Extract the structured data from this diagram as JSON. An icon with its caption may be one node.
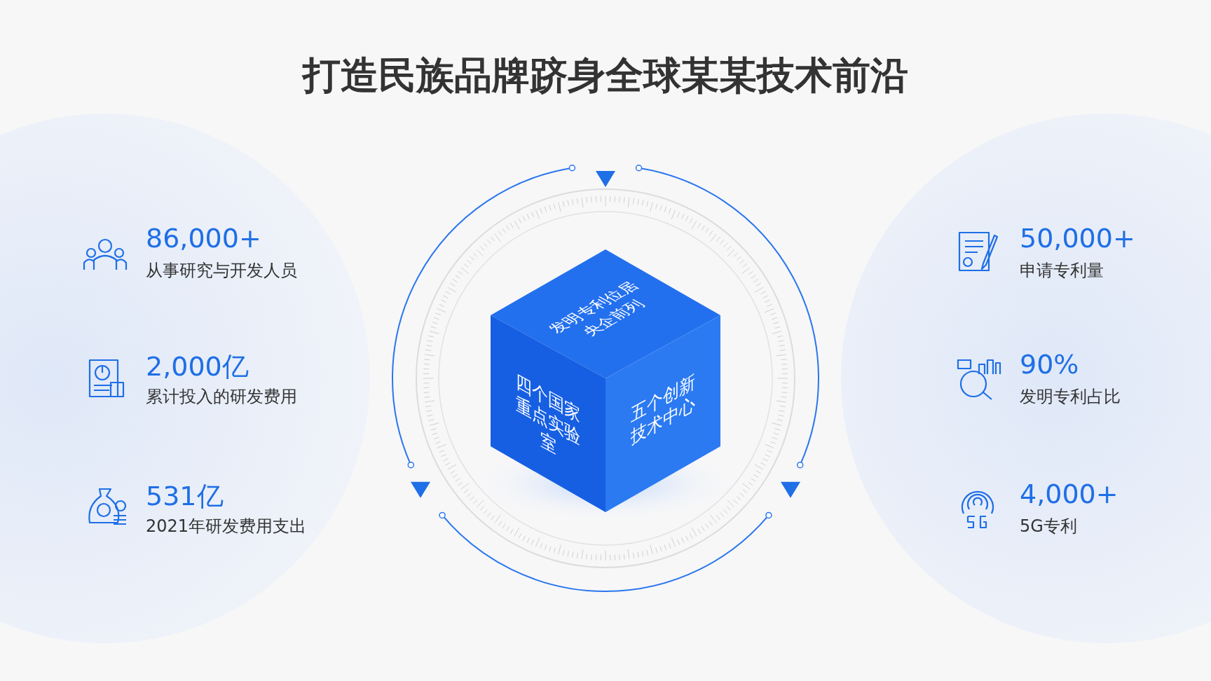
{
  "diagram": {
    "title": "打造民族品牌跻身全球某某技术前沿",
    "nodes": [
      {
        "text": [
          "发明专利位居央企前列"
        ]
      },
      {
        "text": [
          "四个国家重点实验室"
        ]
      },
      {
        "text": [
          "五个创新技术中心"
        ]
      }
    ],
    "labels": [
      "86,000+",
      "从事研究与开发人员",
      "50,000+",
      "申请专利量",
      "2,000亿",
      "累计投入的研发费用",
      "90%",
      "发明专利占比",
      "531亿",
      "2021年研发费用支出",
      "4,000+",
      "5G专利"
    ]
  }
}
